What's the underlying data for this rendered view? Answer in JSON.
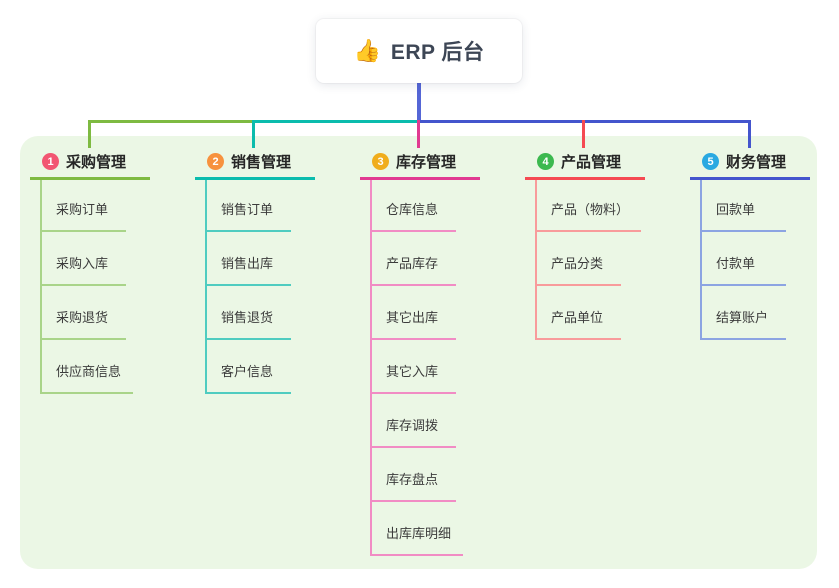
{
  "root": {
    "label": "ERP 后台",
    "emoji": "👍"
  },
  "connector": {
    "stem_color": "#5566d6"
  },
  "panel": {
    "background": "#ebf7e5"
  },
  "branches": [
    {
      "badge": "1",
      "badge_color": "#f25672",
      "title": "采购管理",
      "line_color": "#7eba41",
      "child_line_color": "#a9d489",
      "children": [
        "采购订单",
        "采购入库",
        "采购退货",
        "供应商信息"
      ]
    },
    {
      "badge": "2",
      "badge_color": "#f7923e",
      "title": "销售管理",
      "line_color": "#0bbcad",
      "child_line_color": "#4fccc0",
      "children": [
        "销售订单",
        "销售出库",
        "销售退货",
        "客户信息"
      ]
    },
    {
      "badge": "3",
      "badge_color": "#e13a91",
      "title": "库存管理",
      "line_color": "#e13a91",
      "badge_color_real": "#f0ad1c",
      "child_line_color": "#f18cc4",
      "children": [
        "仓库信息",
        "产品库存",
        "其它出库",
        "其它入库",
        "库存调拨",
        "库存盘点",
        "出库库明细"
      ]
    },
    {
      "badge": "4",
      "badge_color": "#3cb94f",
      "title": "产品管理",
      "line_color": "#f54a52",
      "child_line_color": "#f89b9b",
      "children": [
        "产品（物料）",
        "产品分类",
        "产品单位"
      ]
    },
    {
      "badge": "5",
      "badge_color": "#29a9e1",
      "title": "财务管理",
      "line_color": "#4455cd",
      "child_line_color": "#8ca4e2",
      "children": [
        "回款单",
        "付款单",
        "结算账户"
      ]
    }
  ]
}
